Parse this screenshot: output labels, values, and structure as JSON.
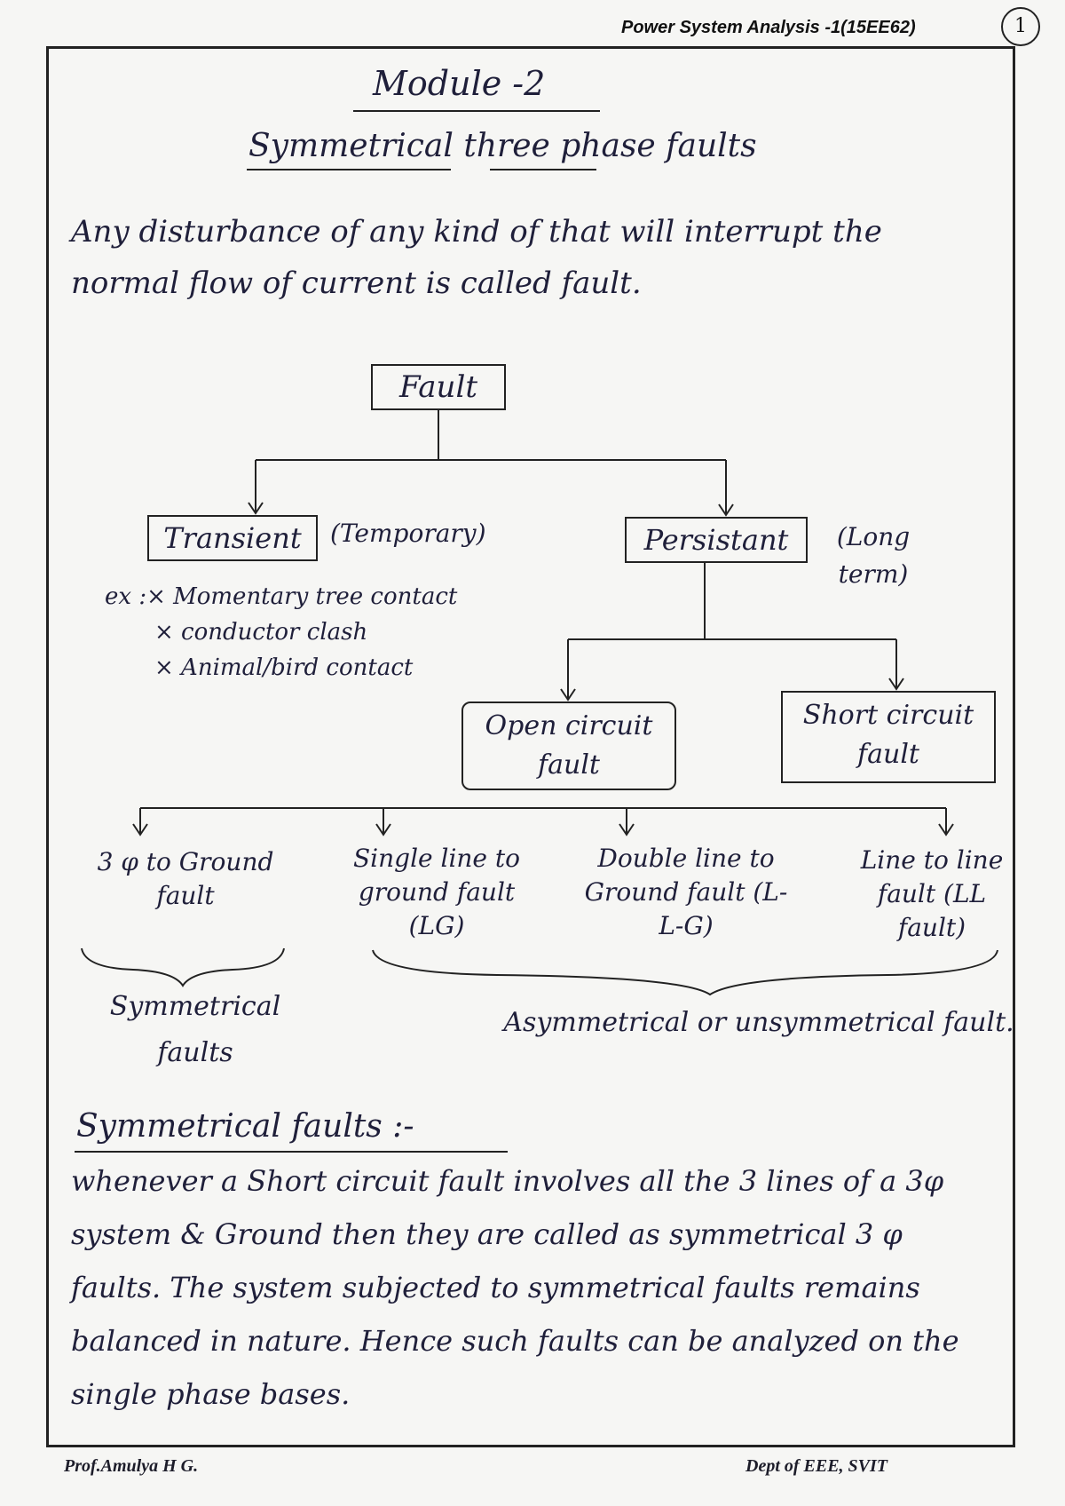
{
  "header": {
    "title": "Power System Analysis -1(15EE62)",
    "page_number": "1"
  },
  "heading": {
    "module": "Module -2",
    "subtitle": "Symmetrical three phase faults"
  },
  "intro": "Any disturbance of any kind of that will interrupt the normal flow of current is called fault.",
  "tree": {
    "root": "Fault",
    "transient": {
      "label": "Transient",
      "note": "(Temporary)"
    },
    "persistent": {
      "label": "Persistant",
      "note": "(Long term)"
    },
    "examples": [
      "ex :× Momentary tree contact",
      "× conductor clash",
      "× Animal/bird contact"
    ],
    "open_circuit": "Open circuit fault",
    "short_circuit": "Short circuit fault",
    "leaves": [
      "3 φ to Ground fault",
      "Single line to ground fault (LG)",
      "Double line to Ground fault (L-L-G)",
      "Line to line fault (LL fault)"
    ],
    "symmetrical_label": "Symmetrical faults",
    "asymmetrical_label": "Asymmetrical or unsymmetrical fault."
  },
  "section": {
    "title": "Symmetrical faults :-",
    "body": "whenever a Short circuit fault involves all the 3 lines of a 3φ system & Ground then they are called as symmetrical 3 φ faults. The system subjected to symmetrical faults remains balanced in nature. Hence such faults can be analyzed on the single phase bases."
  },
  "footer": {
    "left": "Prof.Amulya H G.",
    "right": "Dept of EEE, SVIT"
  }
}
